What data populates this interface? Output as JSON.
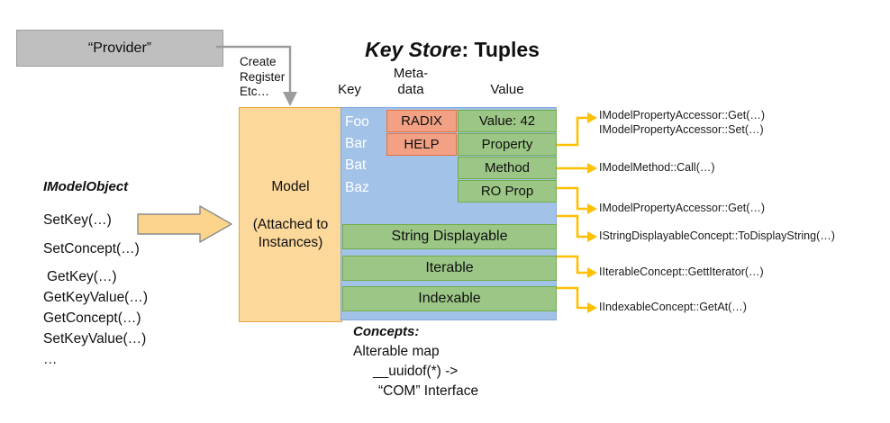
{
  "provider": {
    "label": "“Provider”"
  },
  "provider_connector": {
    "label": "Create\nRegister\nEtc…",
    "color": "#9c9c9c"
  },
  "title": {
    "emphasis": "Key Store",
    "rest": ": Tuples"
  },
  "columns": {
    "key": "Key",
    "metadata": "Meta-\ndata",
    "value": "Value"
  },
  "model": {
    "label": "Model",
    "sublabel": "(Attached to\nInstances)",
    "fill": "#FCD89B",
    "border": "#E8A33D"
  },
  "palette": {
    "key_band": "#A3C2E8",
    "metadata": "#F3A184",
    "metadata_border": "#E8713F",
    "value": "#9CC686",
    "value_border": "#70AD47",
    "arrow": "#FFC000",
    "provider_fill": "#BFBFBF"
  },
  "tuples": {
    "keys": [
      "Foo",
      "Bar",
      "Bat",
      "Baz"
    ],
    "metadata": [
      "RADIX",
      "HELP"
    ],
    "values": [
      "Value: 42",
      "Property",
      "Method",
      "RO Prop"
    ]
  },
  "concept_bars": [
    "String Displayable",
    "Iterable",
    "Indexable"
  ],
  "annotations": [
    {
      "lines": [
        "IModelPropertyAccessor::Get(…)",
        "IModelPropertyAccessor::Set(…)"
      ]
    },
    {
      "lines": [
        "IModelMethod::Call(…)"
      ]
    },
    {
      "lines": [
        "IModelPropertyAccessor::Get(…)"
      ]
    },
    {
      "lines": [
        "IStringDisplayableConcept::ToDisplayString(…)"
      ]
    },
    {
      "lines": [
        "IIterableConcept::GettIterator(…)"
      ]
    },
    {
      "lines": [
        "IIndexableConcept::GetAt(…)"
      ]
    }
  ],
  "imodelobject": {
    "title": "IModelObject",
    "methods": [
      "SetKey(…)",
      "SetConcept(…)",
      "GetKey(…)",
      "GetKeyValue(…)",
      "GetConcept(…)",
      "SetKeyValue(…)",
      "…"
    ]
  },
  "concepts": {
    "title": "Concepts:",
    "lines": [
      "Alterable map",
      "__uuidof(*) ->",
      "“COM” Interface"
    ]
  }
}
